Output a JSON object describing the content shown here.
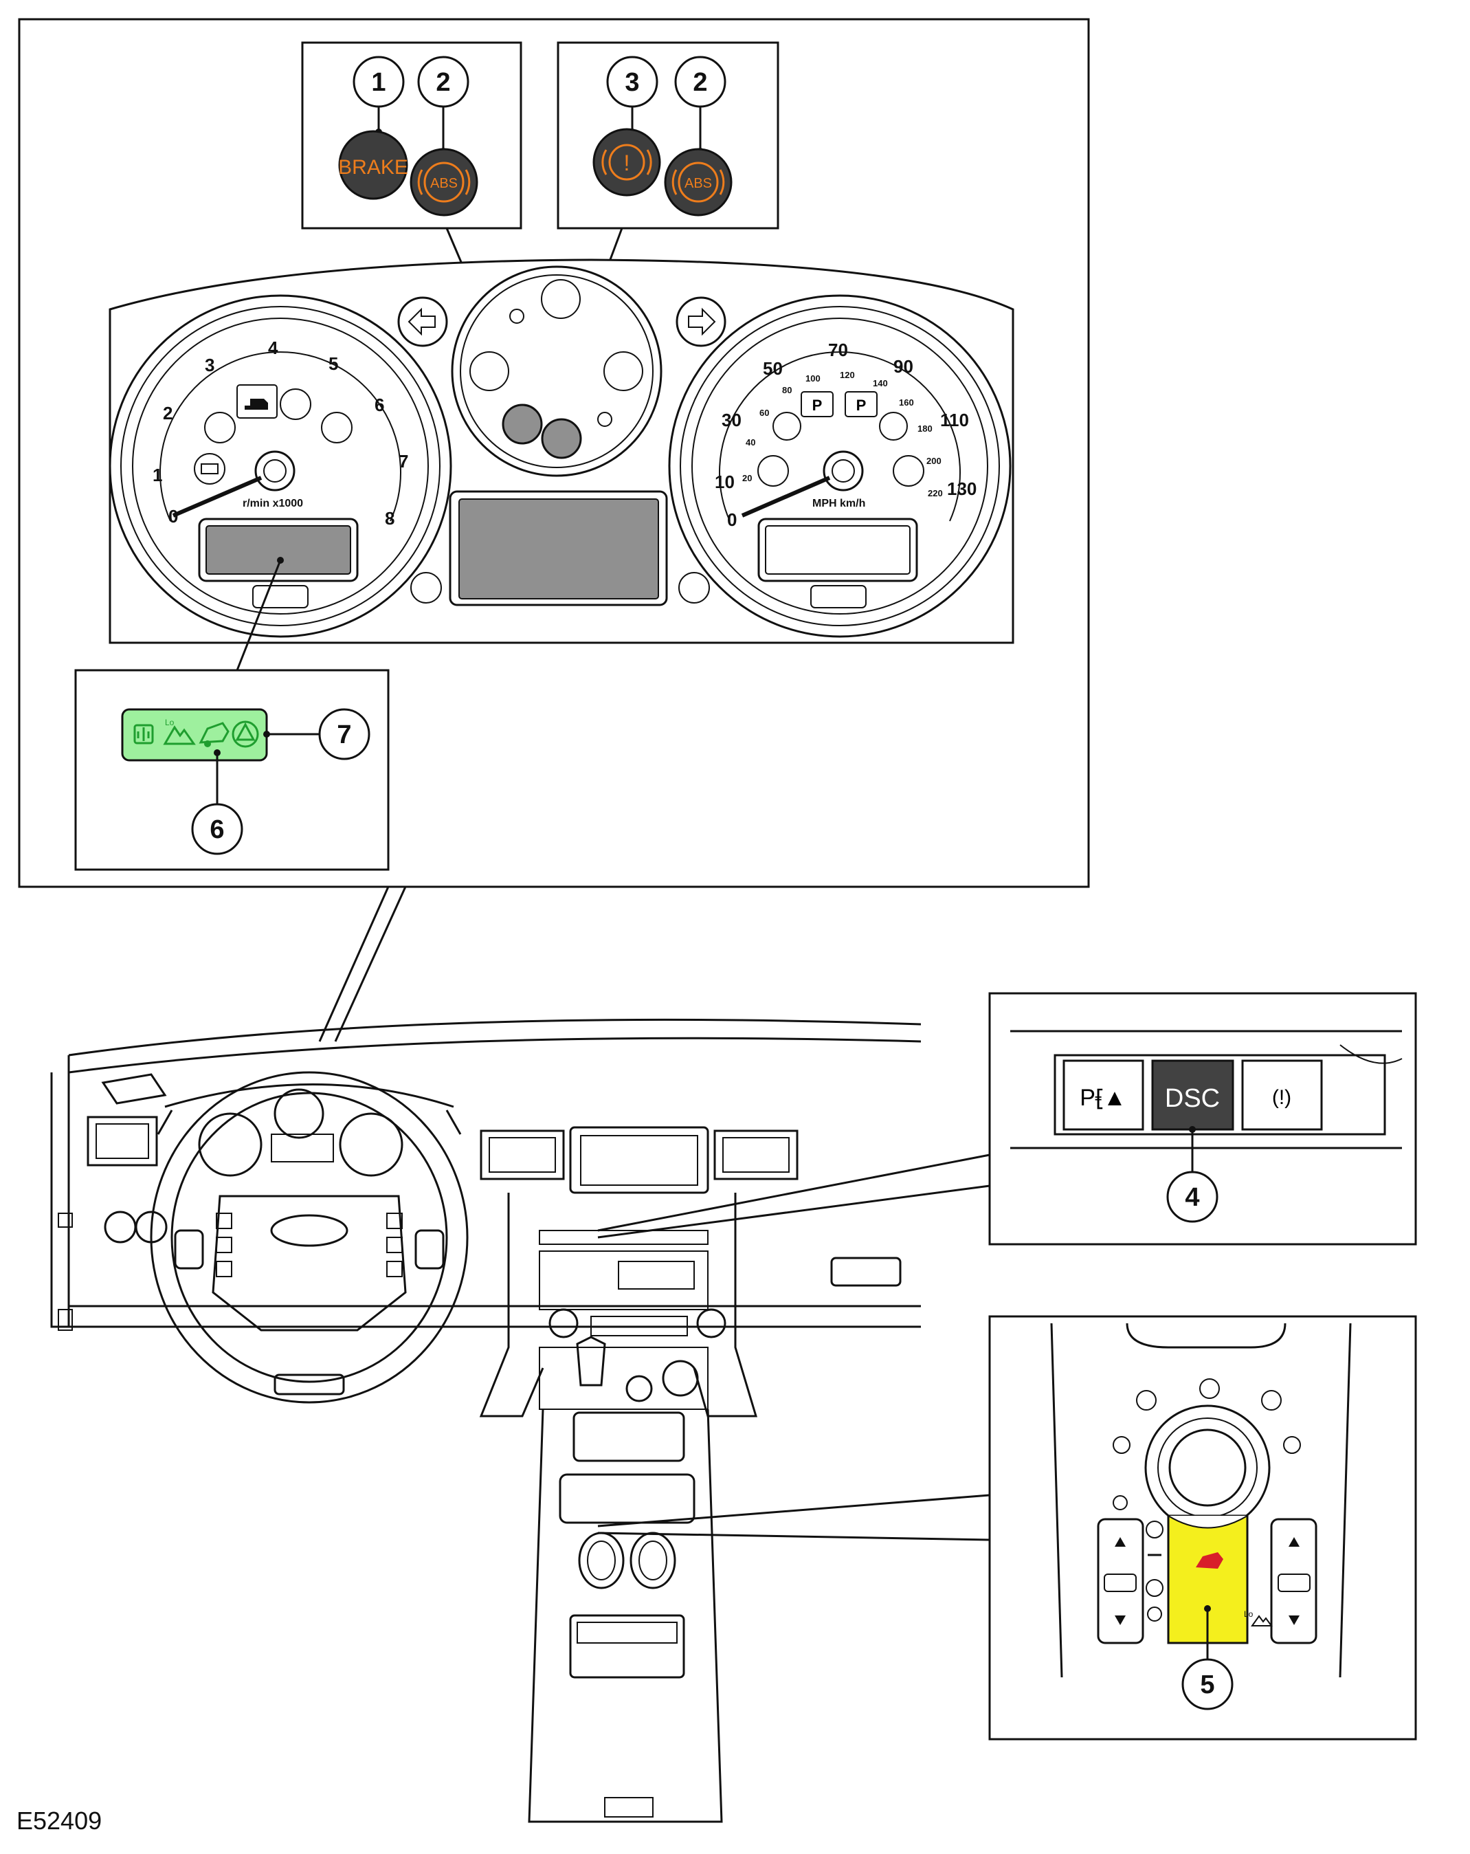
{
  "figure_id": "E52409",
  "callouts": {
    "c1": "1",
    "c2a": "2",
    "c3": "3",
    "c2b": "2",
    "c4": "4",
    "c5": "5",
    "c6": "6",
    "c7": "7"
  },
  "lamps": {
    "brake": "BRAKE",
    "abs": "ABS",
    "park_brake": "!",
    "park_p": "P"
  },
  "cluster": {
    "tach_units": "r/min x1000",
    "speedo_units": "MPH km/h",
    "tach_ticks": [
      "0",
      "1",
      "2",
      "3",
      "4",
      "5",
      "6",
      "7",
      "8"
    ],
    "mph_ticks": [
      "0",
      "10",
      "30",
      "50",
      "70",
      "90",
      "110",
      "130"
    ],
    "kmh_ticks": [
      "20",
      "40",
      "60",
      "80",
      "100",
      "120",
      "140",
      "160",
      "180",
      "200",
      "220"
    ]
  },
  "switch_panel": {
    "dsc": "DSC",
    "park_aid": "P⹗▲",
    "tyre": "(!)"
  },
  "terrain": {
    "lo": "Lo"
  },
  "colors": {
    "amber": "#ee7d1c",
    "lamp_dark": "#3a3a3a",
    "lcd_gray": "#909090",
    "lcd_green": "#9ef09e",
    "green_icon": "#1f9e2f",
    "dsc_fill": "#424242",
    "terrain_yellow": "#f4ef1d",
    "terrain_red": "#d81e2a"
  }
}
